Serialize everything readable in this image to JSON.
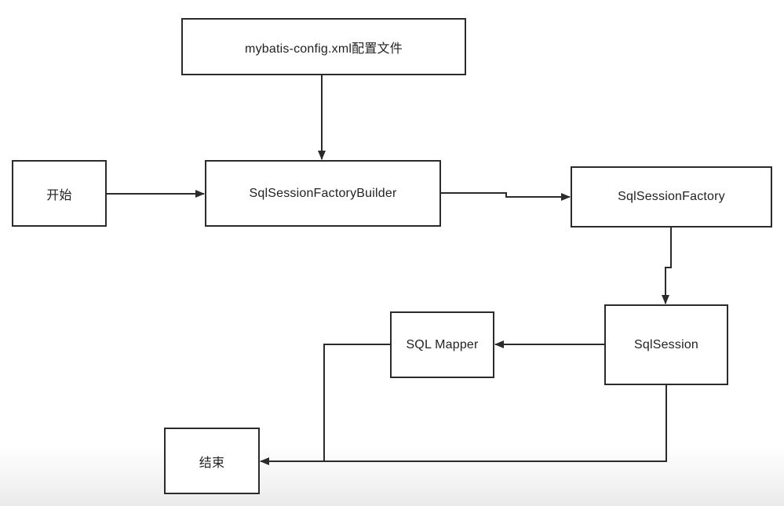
{
  "diagram": {
    "type": "flowchart",
    "nodes": {
      "config": "mybatis-config.xml配置文件",
      "start": "开始",
      "builder": "SqlSessionFactoryBuilder",
      "factory": "SqlSessionFactory",
      "session": "SqlSession",
      "mapper": "SQL Mapper",
      "end": "结束"
    },
    "edges": [
      {
        "from": "config",
        "to": "builder"
      },
      {
        "from": "start",
        "to": "builder"
      },
      {
        "from": "builder",
        "to": "factory"
      },
      {
        "from": "factory",
        "to": "session"
      },
      {
        "from": "session",
        "to": "mapper"
      },
      {
        "from": "mapper",
        "to": "end"
      },
      {
        "from": "session",
        "to": "end"
      }
    ],
    "colors": {
      "line": "#2b2b2b",
      "box_border": "#2b2b2b",
      "background": "#ffffff"
    }
  }
}
